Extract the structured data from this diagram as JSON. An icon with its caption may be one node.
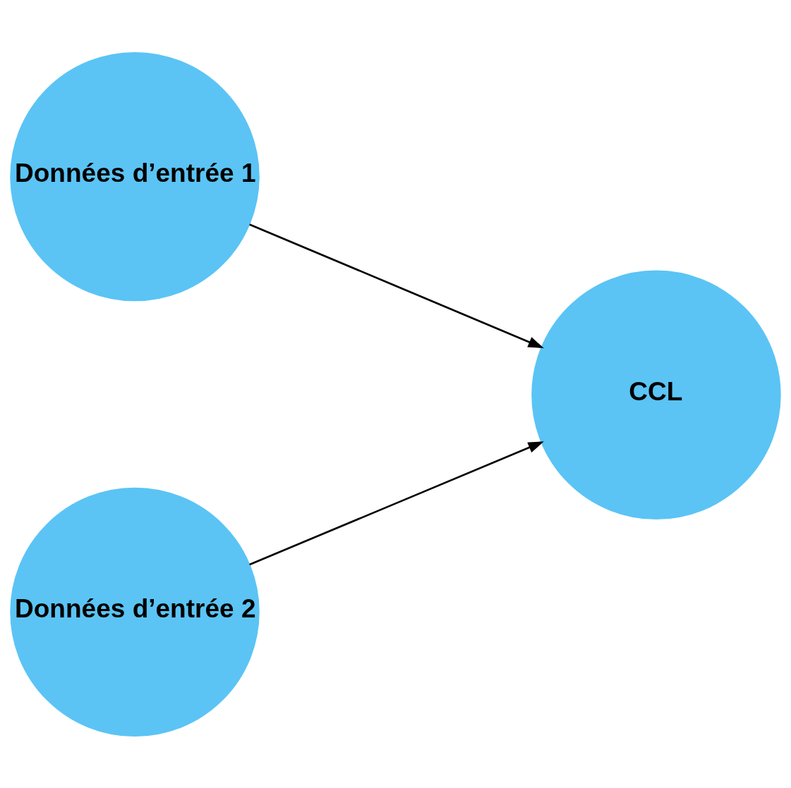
{
  "diagram": {
    "nodes": [
      {
        "text": [
          "Données d’entrée 1"
        ]
      },
      {
        "text": [
          "Données d’entrée 2"
        ]
      },
      {
        "text": [
          "CCL"
        ]
      }
    ],
    "edges": [
      {
        "from": 0,
        "to": 2,
        "arrow": "to"
      },
      {
        "from": 1,
        "to": 2,
        "arrow": "to"
      }
    ]
  }
}
